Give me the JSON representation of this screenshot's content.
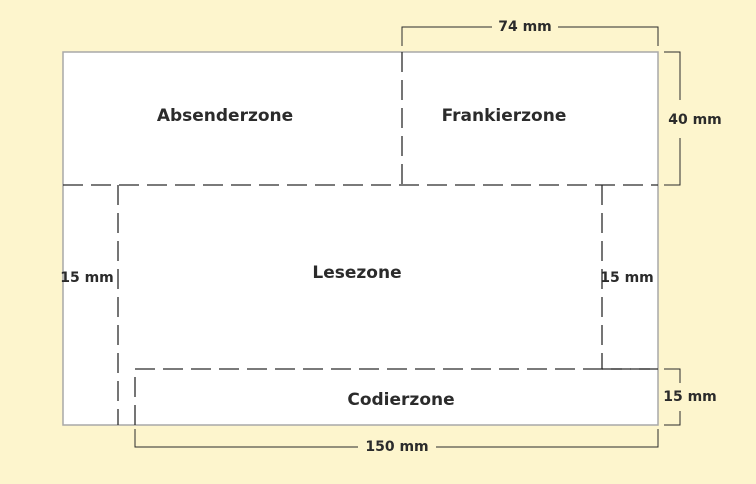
{
  "colors": {
    "background": "#fdf5cd",
    "envelope_fill": "#ffffff",
    "envelope_border": "#a8a8a8",
    "line": "#2b2b2b",
    "text": "#2b2b2b"
  },
  "zones": {
    "sender": "Absenderzone",
    "franking": "Frankierzone",
    "reading": "Lesezone",
    "coding": "Codierzone"
  },
  "dimensions": {
    "franking_width": "74 mm",
    "top_height": "40 mm",
    "left_margin": "15 mm",
    "right_margin": "15 mm",
    "coding_height": "15 mm",
    "coding_width": "150 mm"
  }
}
